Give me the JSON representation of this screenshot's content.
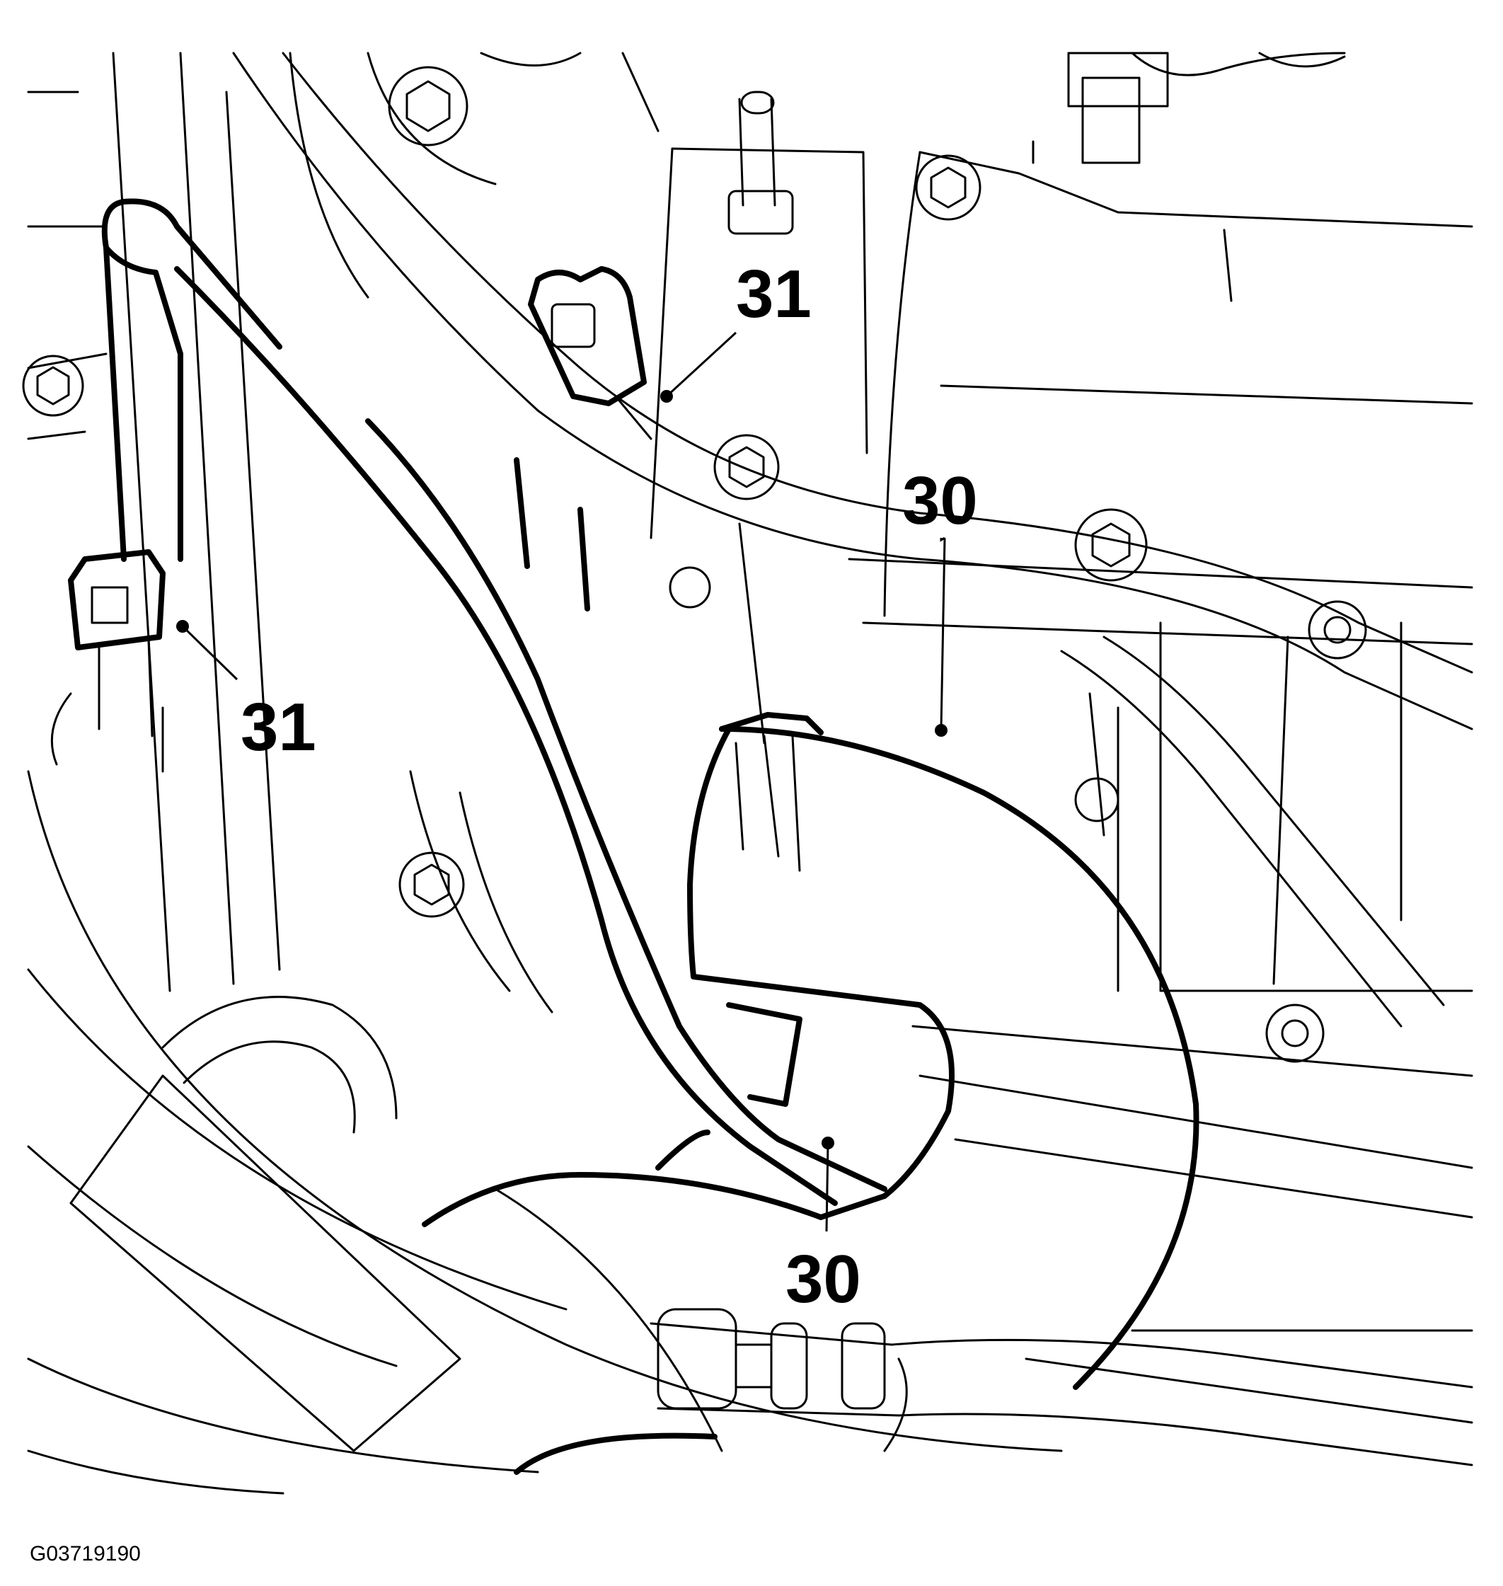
{
  "figure": {
    "code": "G03719190"
  },
  "callouts": [
    {
      "id": "callout-31-top",
      "label": "31"
    },
    {
      "id": "callout-31-left",
      "label": "31"
    },
    {
      "id": "callout-30-top",
      "label": "30"
    },
    {
      "id": "callout-30-bottom",
      "label": "30"
    }
  ],
  "icons": [
    "bolt-icon",
    "torx-screw-icon",
    "hose-clamp-icon",
    "connector-icon"
  ],
  "colors": {
    "line": "#000000",
    "background": "#ffffff"
  }
}
